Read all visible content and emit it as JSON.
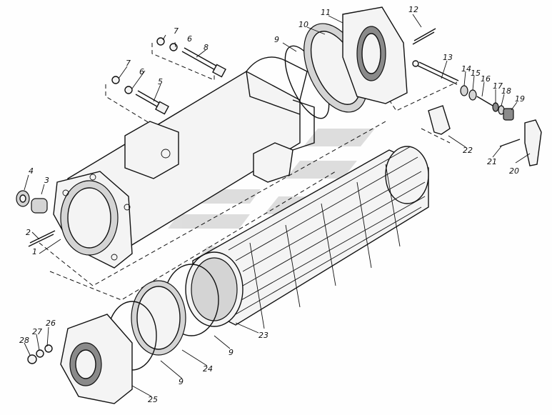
{
  "callouts": [
    {
      "id": "1",
      "text": "1"
    },
    {
      "id": "2",
      "text": "2"
    },
    {
      "id": "3",
      "text": "3"
    },
    {
      "id": "4",
      "text": "4"
    },
    {
      "id": "5",
      "text": "5"
    },
    {
      "id": "6a",
      "text": "6"
    },
    {
      "id": "7a",
      "text": "7"
    },
    {
      "id": "6b",
      "text": "6"
    },
    {
      "id": "7b",
      "text": "7"
    },
    {
      "id": "8",
      "text": "8"
    },
    {
      "id": "9a",
      "text": "9"
    },
    {
      "id": "10",
      "text": "10"
    },
    {
      "id": "11",
      "text": "11"
    },
    {
      "id": "12",
      "text": "12"
    },
    {
      "id": "13",
      "text": "13"
    },
    {
      "id": "14",
      "text": "14"
    },
    {
      "id": "15",
      "text": "15"
    },
    {
      "id": "16",
      "text": "16"
    },
    {
      "id": "17",
      "text": "17"
    },
    {
      "id": "18",
      "text": "18"
    },
    {
      "id": "19",
      "text": "19"
    },
    {
      "id": "20",
      "text": "20"
    },
    {
      "id": "21",
      "text": "21"
    },
    {
      "id": "22",
      "text": "22"
    },
    {
      "id": "23",
      "text": "23"
    },
    {
      "id": "9b",
      "text": "9"
    },
    {
      "id": "24",
      "text": "24"
    },
    {
      "id": "9c",
      "text": "9"
    },
    {
      "id": "25",
      "text": "25"
    },
    {
      "id": "26",
      "text": "26"
    },
    {
      "id": "27",
      "text": "27"
    },
    {
      "id": "28",
      "text": "28"
    }
  ],
  "colors": {
    "ink": "#111111",
    "paper": "#fefefe",
    "watermark": "#c8c8c8"
  }
}
